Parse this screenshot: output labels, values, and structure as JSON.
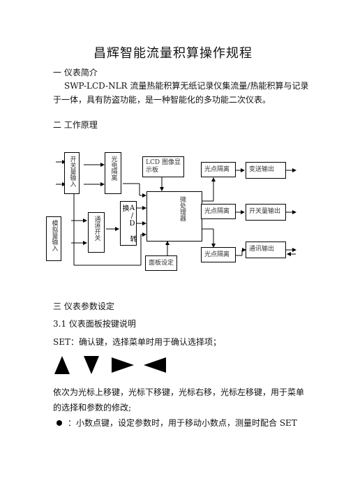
{
  "title": "昌辉智能流量积算操作规程",
  "section1": {
    "heading": "一  仪表简介",
    "para_line1": "SWP-LCD-NLR 流量热能积算无纸记录仪集流量/热能积算与记录",
    "para_line2": "于一体，具有防盗功能，是一种智能化的多功能二次仪表。"
  },
  "section2": {
    "heading": "二  工作原理"
  },
  "diagram": {
    "switch_input": "开关量输入",
    "opto": "光电隔离",
    "lcd": "LCD 图像显示板",
    "analog_input": "模拟量输入",
    "channel_switch": "通道开关",
    "ad": "A/D 转换",
    "mcu": "微处理器",
    "panel": "面板设定",
    "iso1": "光点隔离",
    "iso2": "光点隔离",
    "iso3": "光点隔离",
    "out1": "变送输出",
    "out2": "开关量输出",
    "out3": "通讯输出"
  },
  "section3": {
    "heading": "三  仪表参数设定",
    "sub": "3.1  仪表面板按键说明",
    "set_line": "SET：确认键，选择菜单时用于确认选择项；",
    "arrows_line1": "依次为光标上移键，光标下移键，光标右移，光标左移键，用于菜单",
    "arrows_line2": "的选择和参数的修改;",
    "dot_line": "：小数点键，设定参数时，用于移动小数点，测量时配合  SET"
  }
}
